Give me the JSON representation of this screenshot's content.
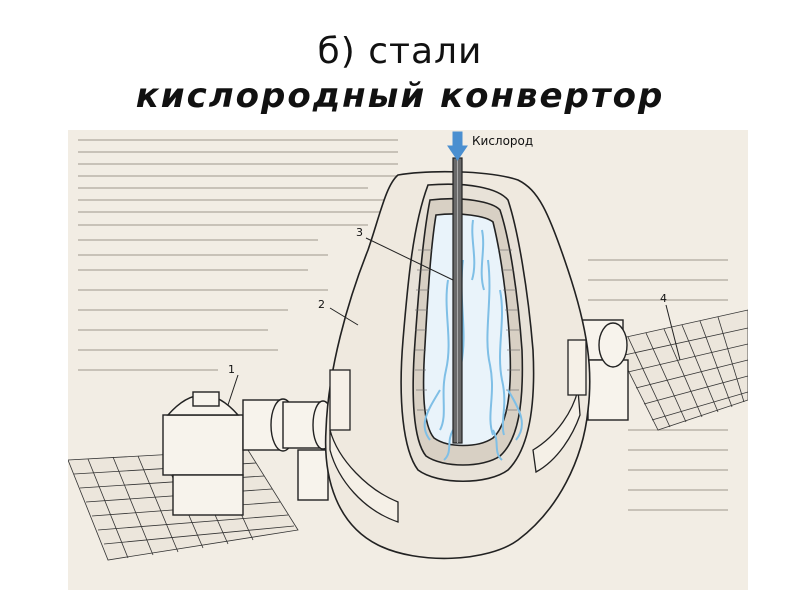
{
  "slide": {
    "title_line1": "б) стали",
    "title_line2": "кислородный конвертор"
  },
  "figure": {
    "oxygen_label": "Кислород",
    "callouts": [
      "1",
      "2",
      "3",
      "4"
    ],
    "colors": {
      "paper": "#f2ede4",
      "ink": "#2a2a2a",
      "oxygen_arrow": "#4a8fd0",
      "flame": "#7fbfe6",
      "brick": "#d8d0c4"
    }
  }
}
